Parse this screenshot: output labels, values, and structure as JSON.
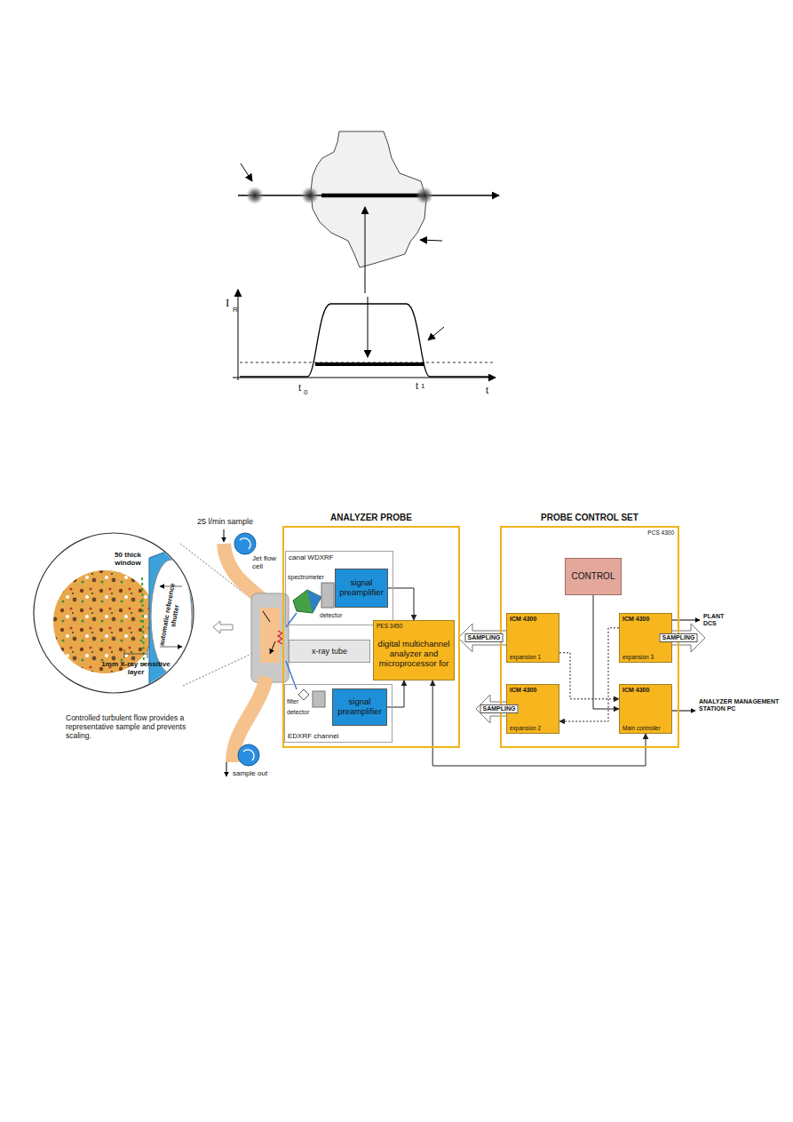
{
  "diagram": {
    "nodes": [
      {
        "text": [
          "ANALYZER PROBE"
        ]
      },
      {
        "text": [
          "canal WDXRF"
        ],
        "in": 0
      },
      {
        "text": [
          "signal preamplifier"
        ],
        "in": 1
      },
      {
        "text": [
          "PES 3450",
          "digital multichannel analyzer and microprocessor for"
        ],
        "in": 0
      },
      {
        "text": [
          "x-ray tube"
        ],
        "in": 0
      },
      {
        "text": [
          "EDXRF channel"
        ],
        "in": 0
      },
      {
        "text": [
          "signal preamplifier"
        ],
        "in": 5
      },
      {
        "text": [
          "PROBE CONTROL SET",
          "PCS 4300"
        ]
      },
      {
        "text": [
          "CONTROL"
        ],
        "in": 7
      },
      {
        "text": [
          "ICM 4300",
          "expansion 1"
        ],
        "in": 7
      },
      {
        "text": [
          "ICM 4300",
          "expansion 3"
        ],
        "in": 7
      },
      {
        "text": [
          "ICM 4300",
          "expansion 2"
        ],
        "in": 7
      },
      {
        "text": [
          "ICM 4300",
          "Main controller"
        ],
        "in": 7
      }
    ],
    "edges": [
      {
        "from": 2,
        "to": 3,
        "arrow": "to"
      },
      {
        "from": 6,
        "to": 3,
        "arrow": "to"
      },
      {
        "from": 8,
        "to": 12,
        "arrow": "to"
      },
      {
        "from": 12,
        "to": 3,
        "arrow": "both"
      },
      {
        "from": 9,
        "to": 12,
        "arrow": "to"
      },
      {
        "from": 10,
        "to": 11,
        "arrow": "to"
      }
    ],
    "labels": [
      "I",
      "R",
      "t",
      "0",
      "t",
      "1",
      "t",
      "25 l/min sample",
      "50 thick window",
      "automatic reference shutter",
      "1mm X-ray sensitive layer",
      "Jet flow cell",
      "spectrometer",
      "detector",
      "filter",
      "detector",
      "Controlled turbulent flow provides a representative sample and prevents scaling.",
      "sample out",
      "SAMPLING",
      "SAMPLING",
      "SAMPLING",
      "PLANT DCS",
      "ANALYZER MANAGEMENT STATION PC"
    ]
  }
}
